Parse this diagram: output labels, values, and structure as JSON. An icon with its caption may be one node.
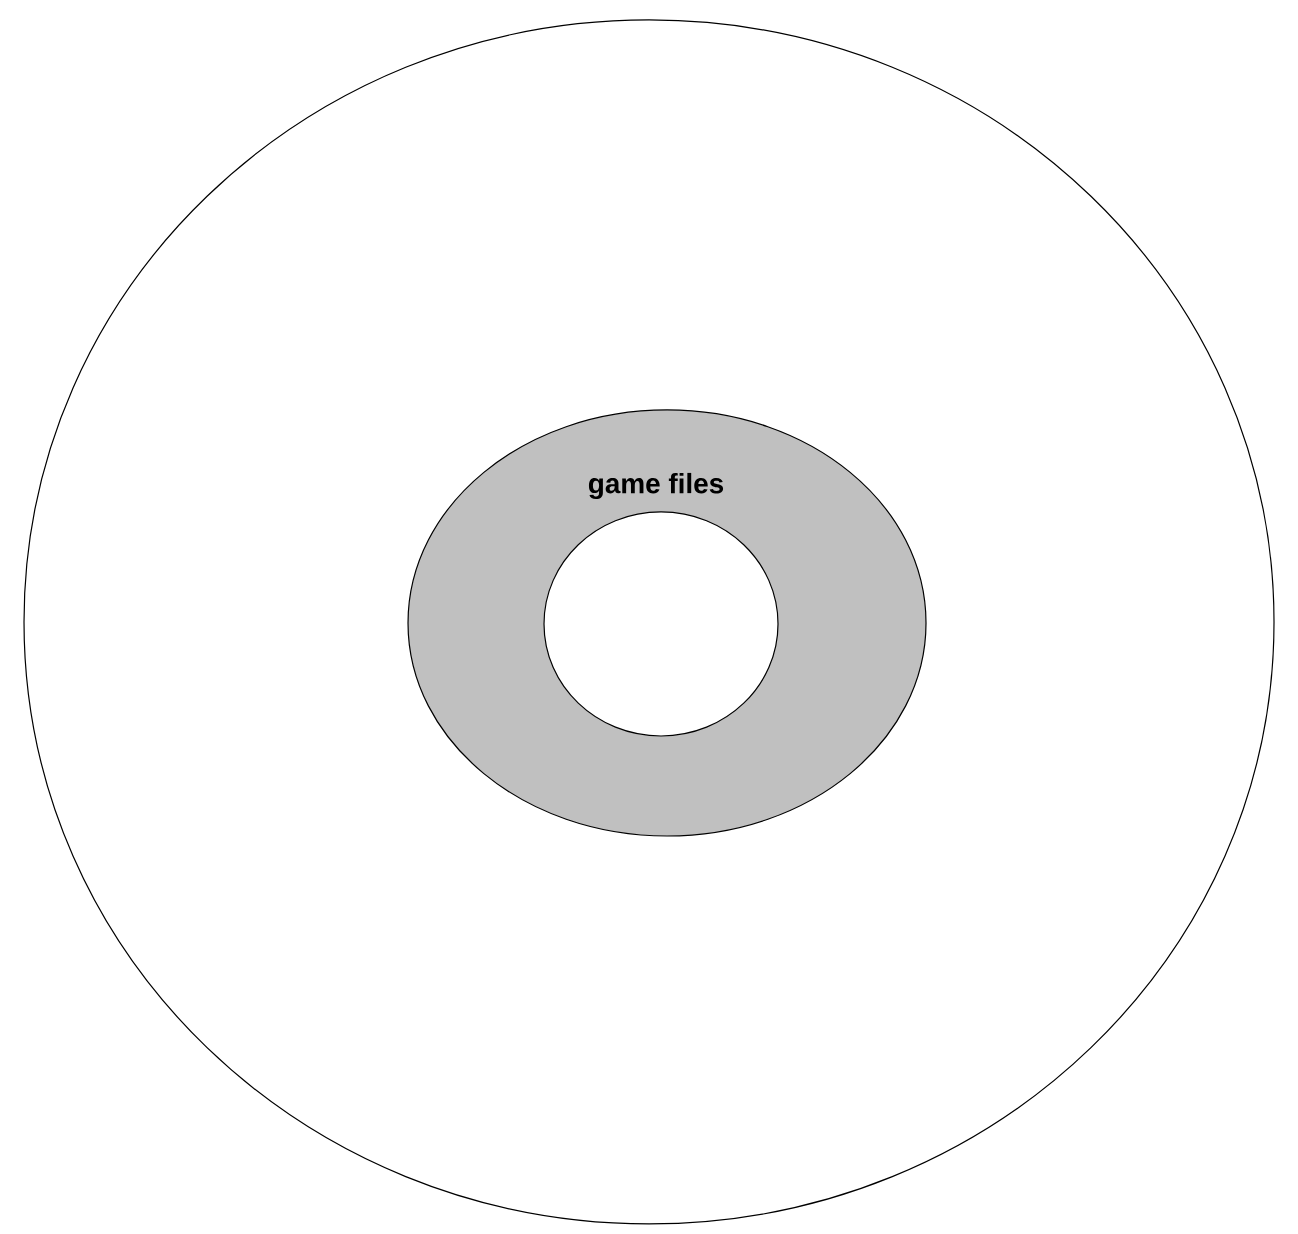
{
  "diagram": {
    "nodes": [
      {
        "text": [],
        "shape": "circle"
      },
      {
        "text": [
          "game files"
        ],
        "in": 0
      },
      {
        "text": [],
        "shape": "circle",
        "in": 1
      }
    ]
  }
}
